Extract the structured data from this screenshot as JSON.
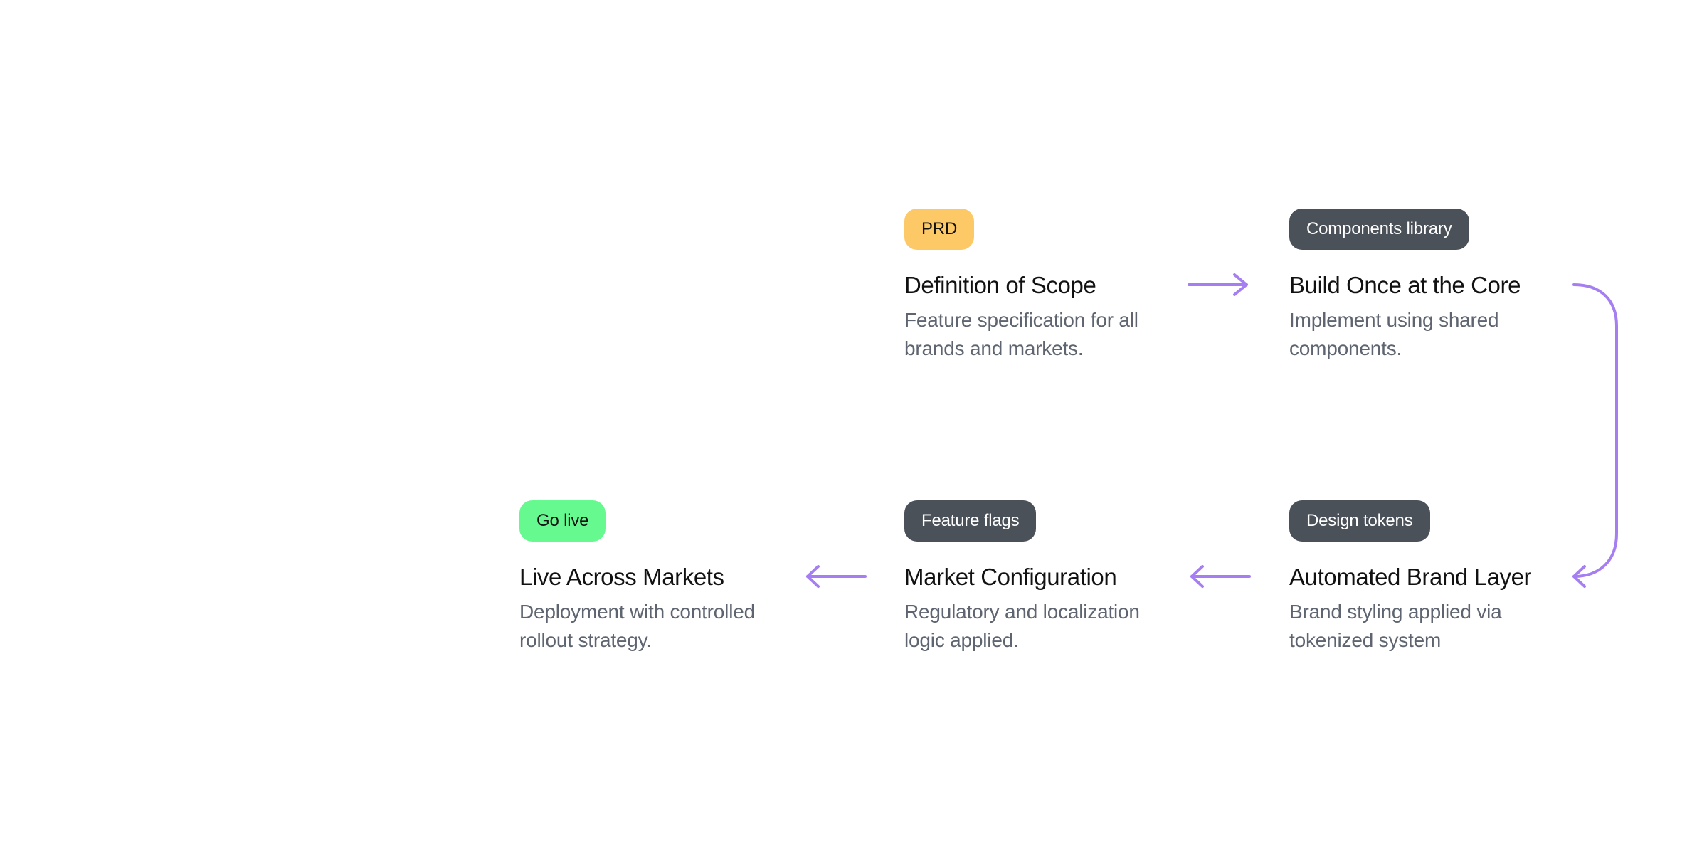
{
  "diagram": {
    "arrow_color": "#a57ff2",
    "steps": [
      {
        "badge": "PRD",
        "badge_color": "#fdc866",
        "title": "Definition of Scope",
        "desc": "Feature specification for all brands and markets."
      },
      {
        "badge": "Components library",
        "badge_color": "#4b5159",
        "title": "Build Once at the Core",
        "desc": "Implement using shared components."
      },
      {
        "badge": "Design tokens",
        "badge_color": "#4b5159",
        "title": "Automated Brand Layer",
        "desc": "Brand styling applied via tokenized system"
      },
      {
        "badge": "Feature flags",
        "badge_color": "#4b5159",
        "title": "Market Configuration",
        "desc": "Regulatory and localization logic applied."
      },
      {
        "badge": "Go live",
        "badge_color": "#66f98f",
        "title": "Live Across Markets",
        "desc": "Deployment with controlled rollout strategy."
      }
    ]
  }
}
